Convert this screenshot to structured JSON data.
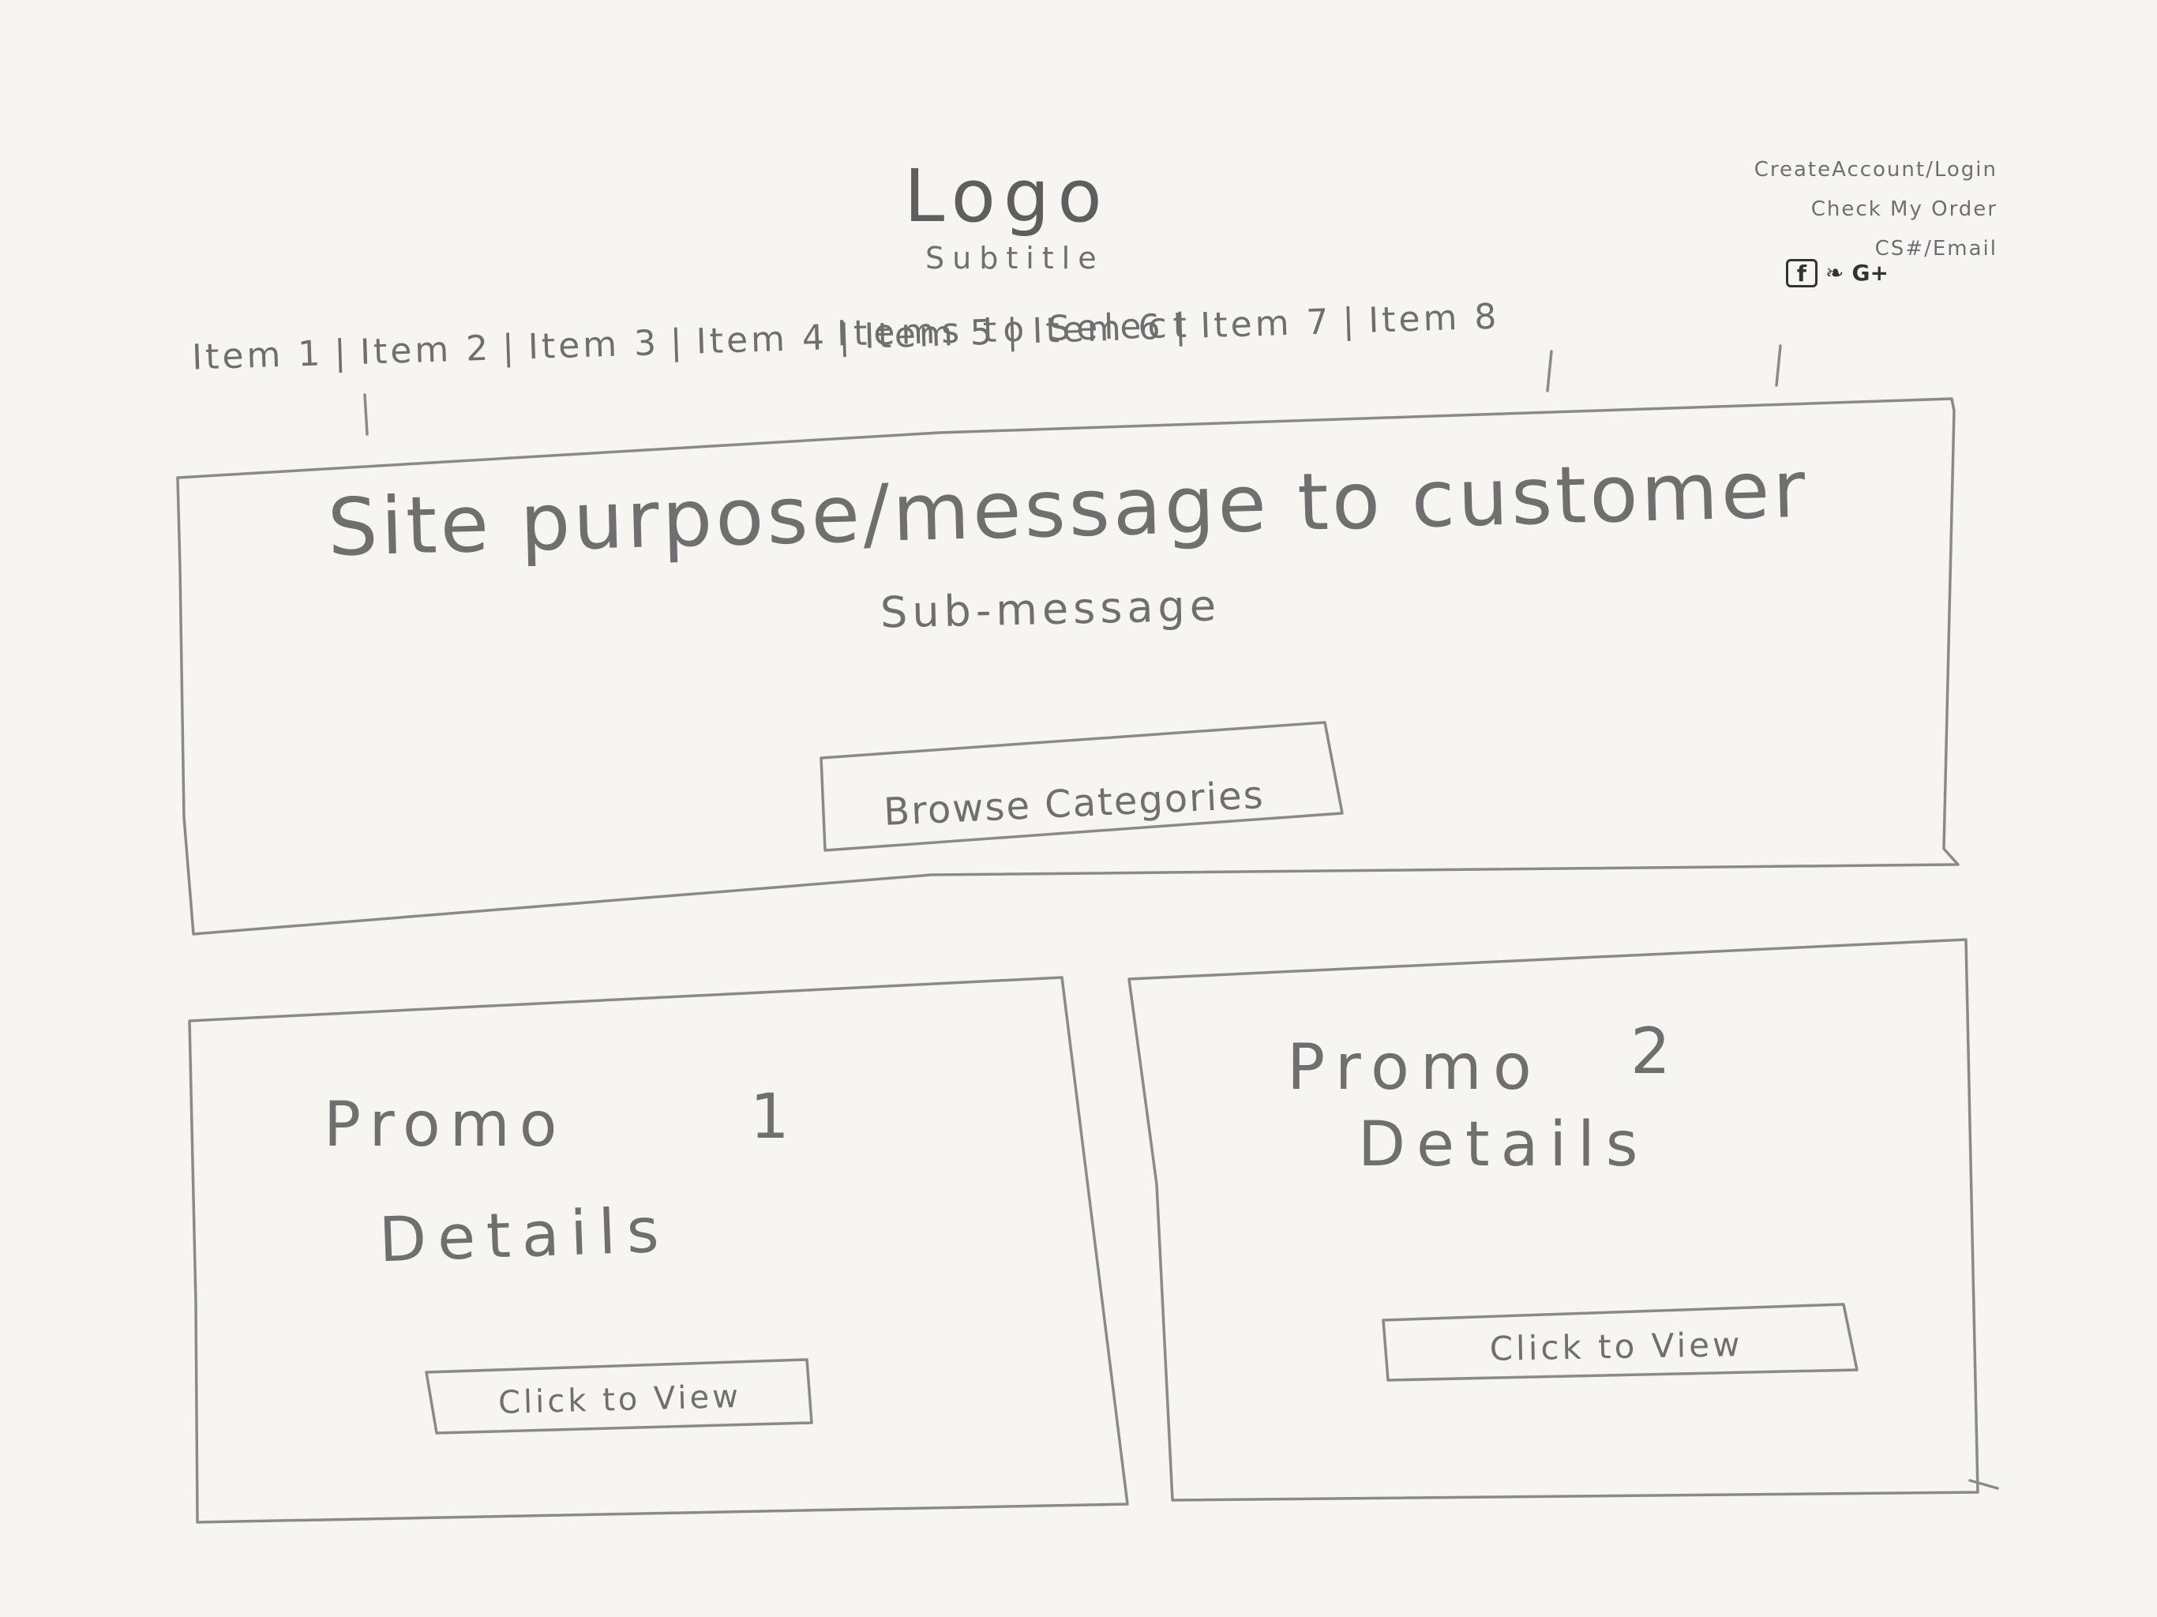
{
  "header": {
    "logo": "Logo",
    "subtitle": "Subtitle",
    "account_links": [
      "CreateAccount/Login",
      "Check My Order",
      "CS#/Email"
    ],
    "social_icons": [
      {
        "name": "facebook-icon",
        "glyph": "f"
      },
      {
        "name": "twitter-icon",
        "glyph": "❧"
      },
      {
        "name": "google-plus-icon",
        "glyph": "G+"
      }
    ]
  },
  "nav": {
    "title": "Items to Select",
    "items": [
      "Item 1",
      "Item 2",
      "Item 3",
      "Item 4",
      "Item 5",
      "Item 6",
      "Item 7",
      "Item 8"
    ]
  },
  "hero": {
    "title": "Site purpose/message to customer",
    "subtitle": "Sub-message",
    "button_label": "Browse Categories"
  },
  "promos": [
    {
      "title": "Promo",
      "number": "1",
      "details": "Details",
      "button_label": "Click to View"
    },
    {
      "title": "Promo",
      "number": "2",
      "details": "Details",
      "button_label": "Click to View"
    }
  ]
}
